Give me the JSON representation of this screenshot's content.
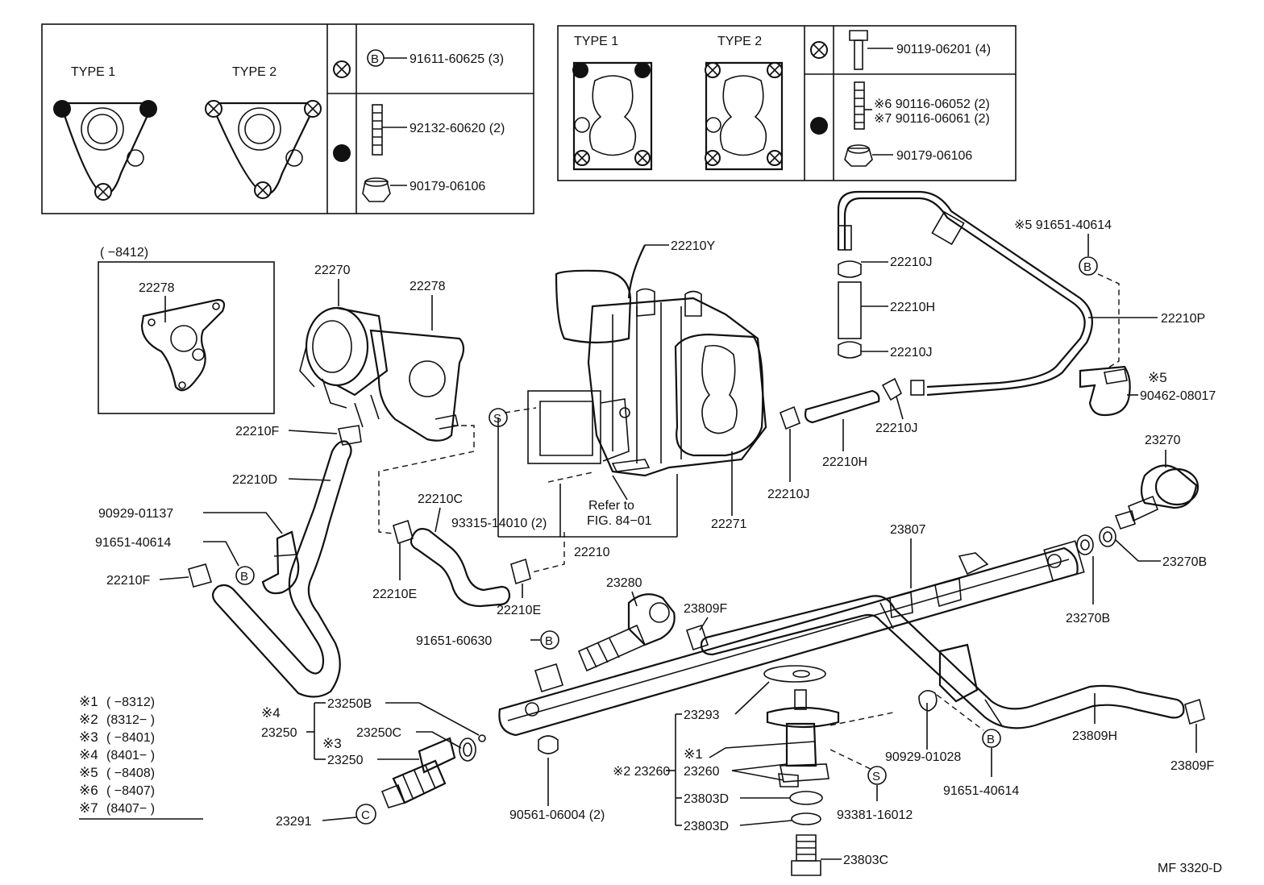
{
  "inset_left": {
    "type1": "TYPE 1",
    "type2": "TYPE 2",
    "p1": "91611-60625 (3)",
    "p2": "92132-60620 (2)",
    "p3": "90179-06106"
  },
  "inset_right": {
    "type1": "TYPE 1",
    "type2": "TYPE 2",
    "p1": "90119-06201 (4)",
    "p2a": "※6 90116-06052 (2)",
    "p2b": "※7 90116-06061 (2)",
    "p3": "90179-06106"
  },
  "subinset": {
    "range": "(      −8412)",
    "part": "22278"
  },
  "symbols": {
    "b": "B",
    "s": "S",
    "c": "C"
  },
  "parts": {
    "p22270": "22270",
    "p22278": "22278",
    "p22210Y": "22210Y",
    "p22210J_1": "22210J",
    "p22210H_1": "22210H",
    "p22210J_2": "22210J",
    "p22210P": "22210P",
    "p5_91651": "※5 91651-40614",
    "p5_label": "※5",
    "p90462": "90462-08017",
    "p22210F_1": "22210F",
    "p22210D": "22210D",
    "p90929_01137": "90929-01137",
    "p91651_40614_a": "91651-40614",
    "p22210F_2": "22210F",
    "p22210C": "22210C",
    "p93315": "93315-14010 (2)",
    "refer1": "Refer to",
    "refer2": "FIG. 84−01",
    "p22210": "22210",
    "p22210E_1": "22210E",
    "p22210E_2": "22210E",
    "p22271": "22271",
    "p22210J_3": "22210J",
    "p22210H_2": "22210H",
    "p22210J_4": "22210J",
    "p23270": "23270",
    "p23270B_1": "23270B",
    "p23270B_2": "23270B",
    "p23807": "23807",
    "p23280": "23280",
    "p23809F_1": "23809F",
    "p91651_60630": "91651-60630",
    "p23293": "23293",
    "p90929_01028": "90929-01028",
    "p23809H": "23809H",
    "p23809F_2": "23809F",
    "p91651_40614_b": "91651-40614",
    "p1_mark": "※1",
    "p2_23260": "※2 23260",
    "p23260": "23260",
    "p23803D_1": "23803D",
    "p23803D_2": "23803D",
    "p93381": "93381-16012",
    "p23803C": "23803C",
    "p90561": "90561-06004 (2)",
    "p4_mark": "※4",
    "p23250B": "23250B",
    "p23250": "23250",
    "p3_mark": "※3",
    "p23250C": "23250C",
    "p23250_2": "23250",
    "p23291": "23291"
  },
  "notes": [
    {
      "mark": "※1",
      "range": "(      −8312)"
    },
    {
      "mark": "※2",
      "range": "(8312−      )"
    },
    {
      "mark": "※3",
      "range": "(      −8401)"
    },
    {
      "mark": "※4",
      "range": "(8401−      )"
    },
    {
      "mark": "※5",
      "range": "(      −8408)"
    },
    {
      "mark": "※6",
      "range": "(      −8407)"
    },
    {
      "mark": "※7",
      "range": "(8407−      )"
    }
  ],
  "code": "MF 3320-D"
}
